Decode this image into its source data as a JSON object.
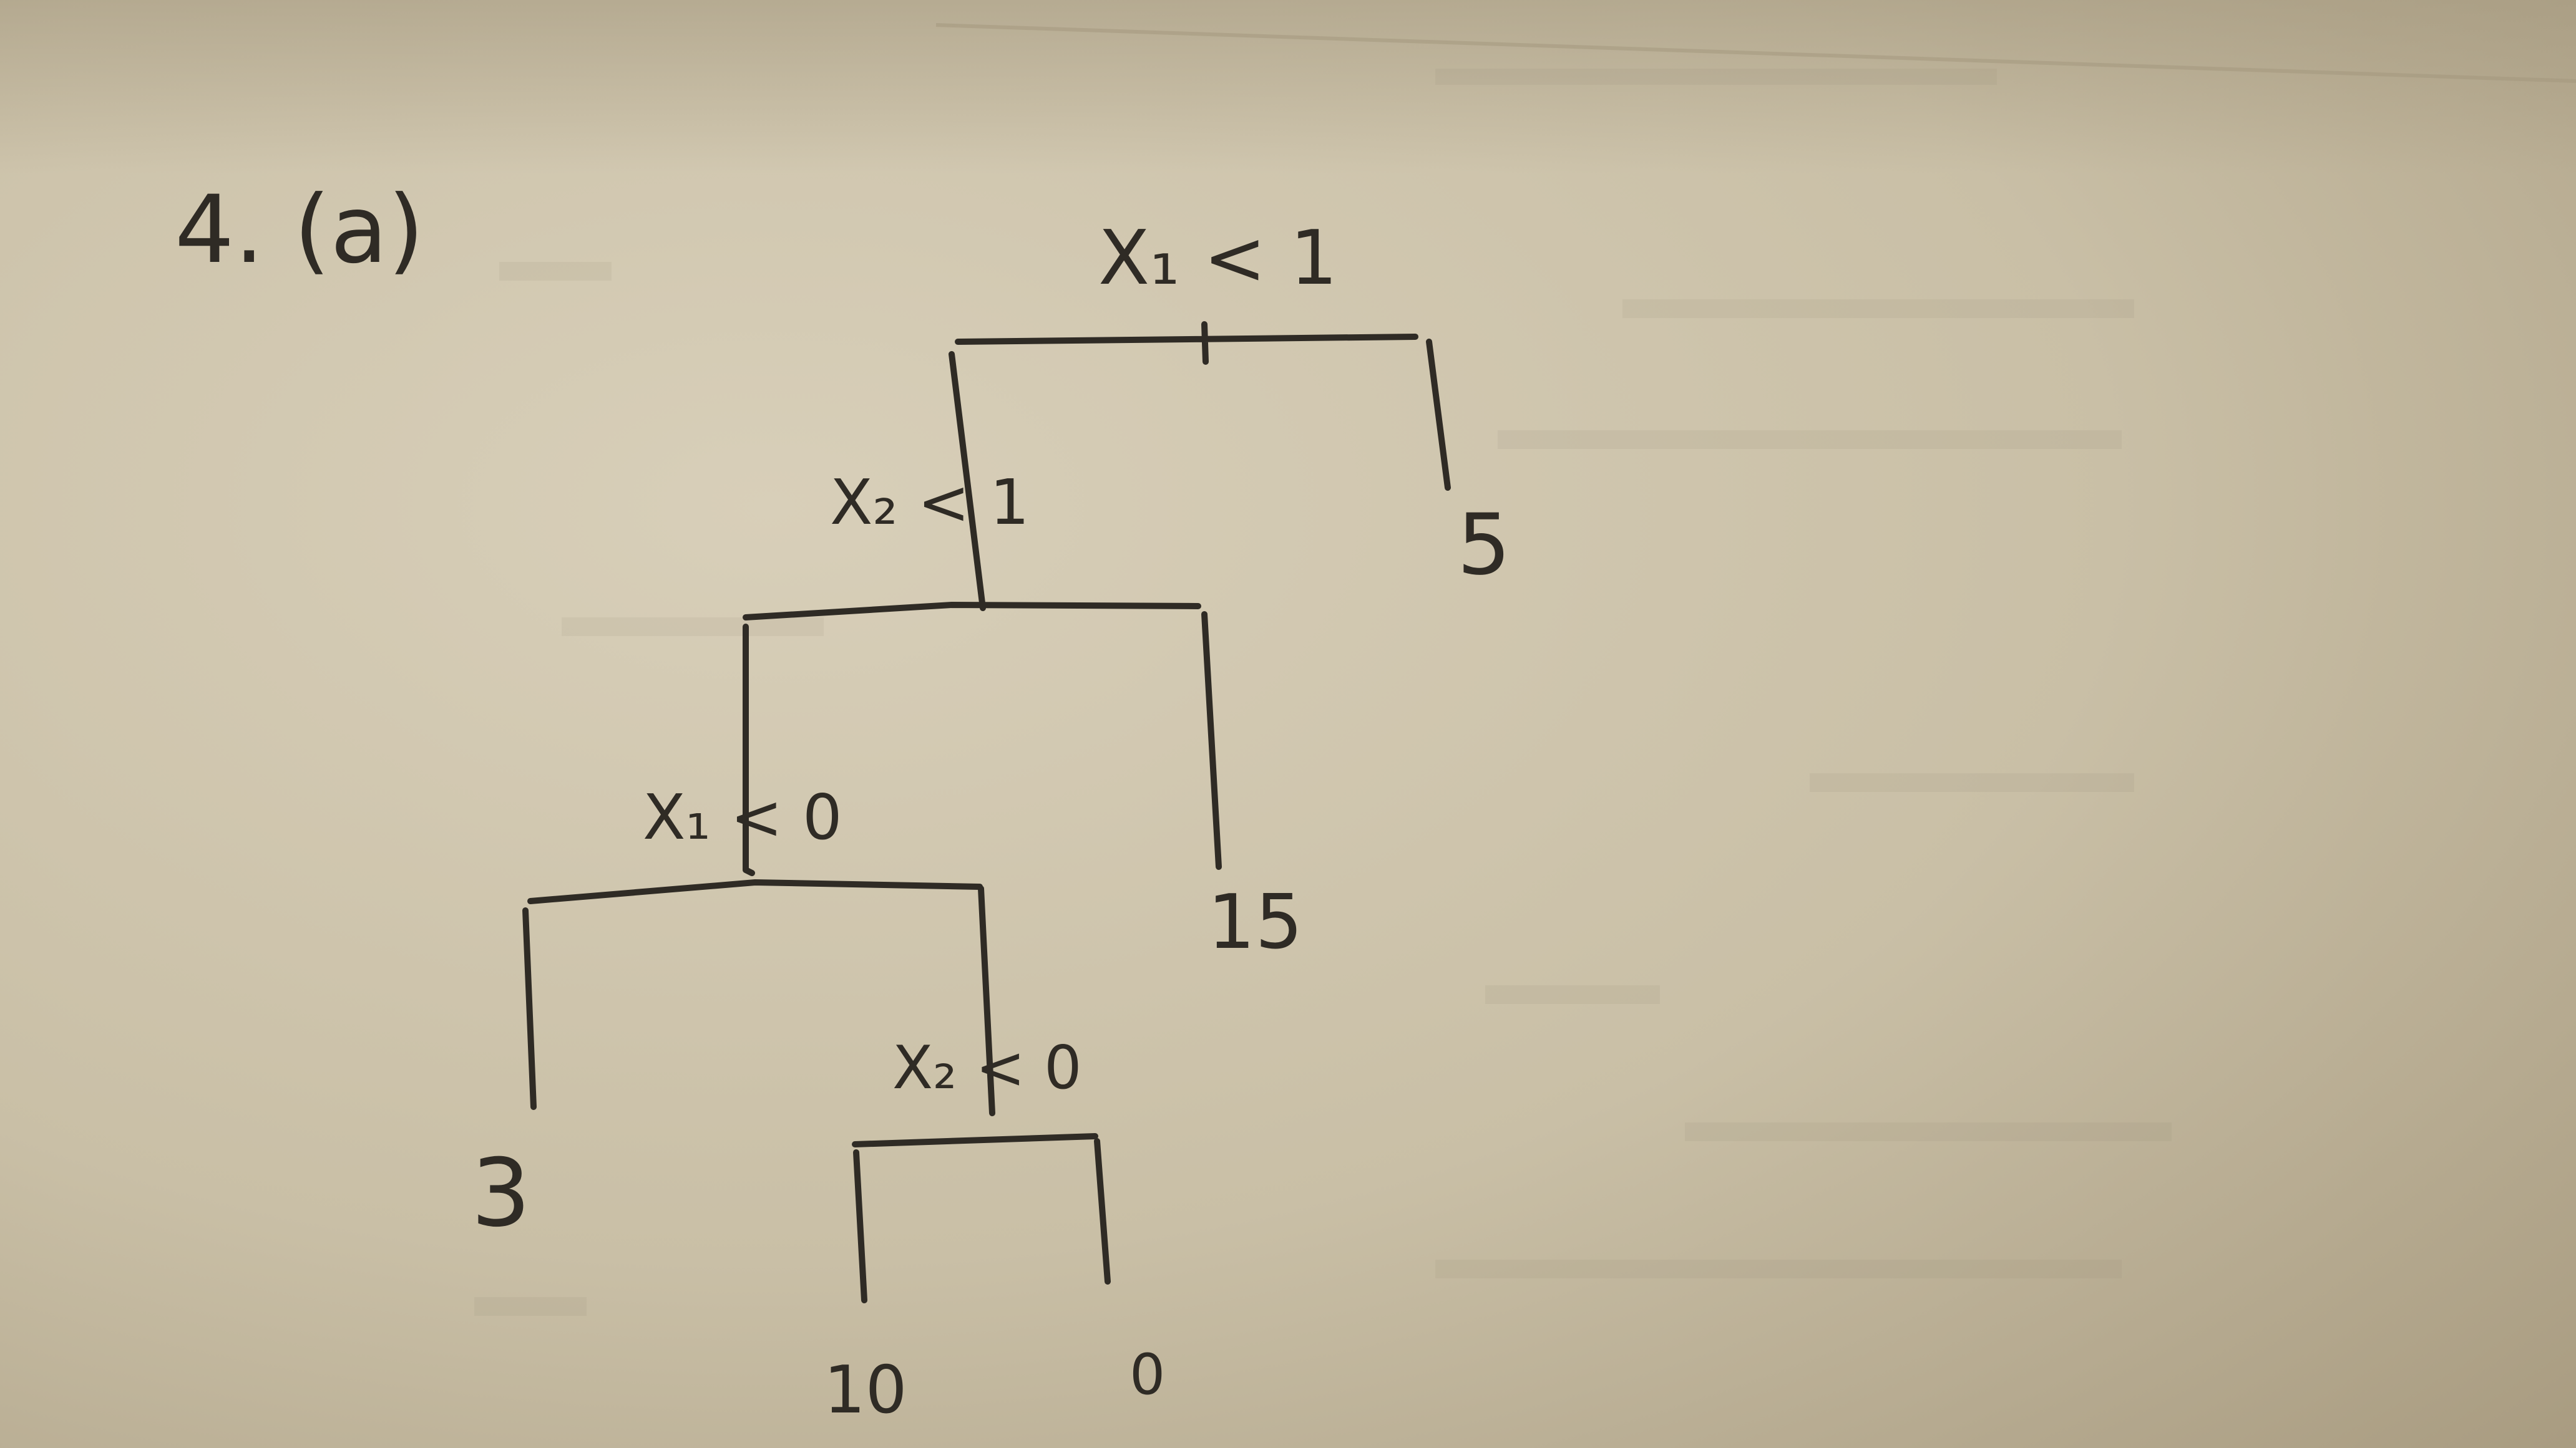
{
  "problem_label": "4. (a)",
  "tree": {
    "root": {
      "split": "X₁ < 1",
      "right_leaf": "5",
      "left": {
        "split": "X₂ < 1",
        "right_leaf": "15",
        "left": {
          "split": "X₁ < 0",
          "left_leaf": "3",
          "right": {
            "split": "X₂ < 0",
            "left_leaf": "10",
            "right_leaf": "0"
          }
        }
      }
    }
  },
  "colors": {
    "paper_light": "#d6cdb7",
    "paper_shadow": "#a89c82",
    "ink": "#2f2b25"
  }
}
